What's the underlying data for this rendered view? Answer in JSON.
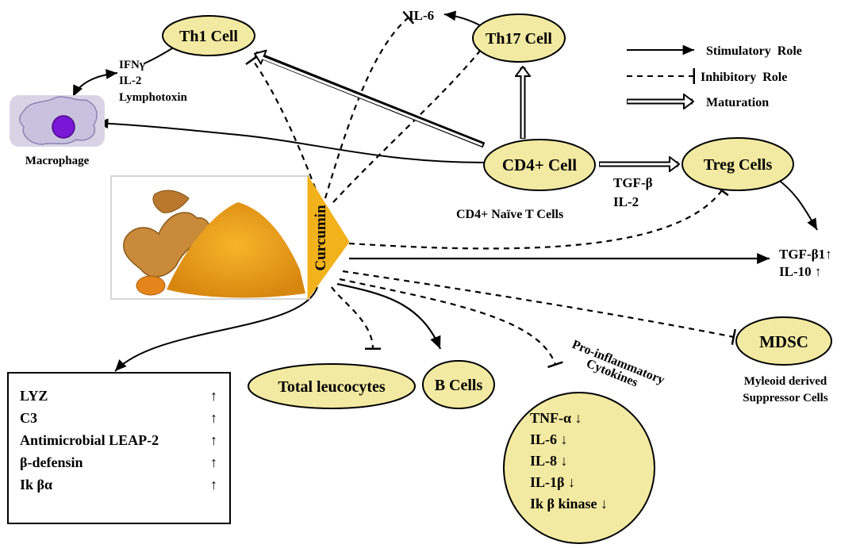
{
  "nodes": {
    "th1": "Th1 Cell",
    "th17": "Th17 Cell",
    "cd4": "CD4+ Cell",
    "treg": "Treg Cells",
    "mdsc": "MDSC",
    "total_leucocytes": "Total leucocytes",
    "b_cells": "B Cells",
    "macrophage": "Macrophage",
    "curcumin": "Curcumin"
  },
  "labels": {
    "il6_top": "IL-6",
    "th1_products": [
      "IFNγ",
      "IL-2",
      "Lymphotoxin"
    ],
    "cd4_naive": "CD4+  Naïve T Cells",
    "tgf_il2": [
      "TGF-β",
      "IL-2"
    ],
    "treg_products": [
      "TGF-β1↑",
      "IL-10 ↑"
    ],
    "mdsc_full": [
      "Myleoid derived",
      "Suppressor Cells"
    ],
    "pro_inflammatory": [
      "Pro-inflammatory",
      "Cytokines"
    ]
  },
  "cytokines": [
    "TNF-α ↓",
    "IL-6 ↓",
    "IL-8 ↓",
    "IL-1β ↓",
    "Ik β kinase ↓"
  ],
  "upregulated_box": [
    {
      "name": "LYZ",
      "arrow": "↑"
    },
    {
      "name": "C3",
      "arrow": "↑"
    },
    {
      "name": "Antimicrobial LEAP-2",
      "arrow": "↑"
    },
    {
      "name": "β-defensin",
      "arrow": "↑"
    },
    {
      "name": "Ik βα",
      "arrow": "↑"
    }
  ],
  "legend": [
    {
      "label": "Stimulatory  Role",
      "style": "solid"
    },
    {
      "label": "Inhibitory  Role",
      "style": "dashed"
    },
    {
      "label": "Maturation",
      "style": "double"
    }
  ],
  "colors": {
    "node_fill": "#f2eaa2",
    "curcumin_fill": "#f2b21b",
    "macrophage_fill": "#c9c2df",
    "nucleus": "#7a16d6",
    "turmeric": "#e3981a"
  }
}
